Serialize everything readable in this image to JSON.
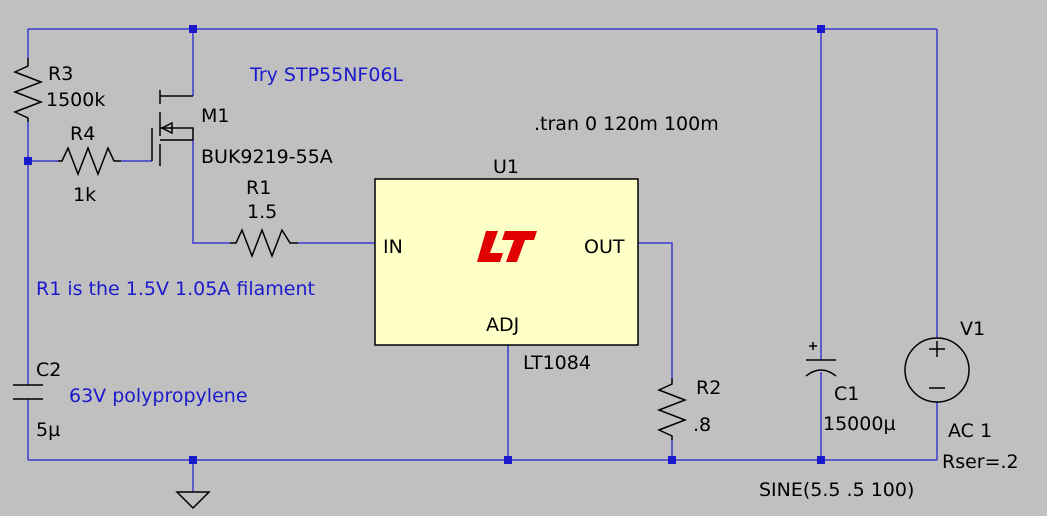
{
  "notes": {
    "mosfet_hint": "Try STP55NF06L",
    "tran": ".tran 0 120m 100m",
    "filament": "R1 is the 1.5V 1.05A filament",
    "c2_type": "63V polypropylene"
  },
  "components": {
    "r3": {
      "name": "R3",
      "value": "1500k"
    },
    "r4": {
      "name": "R4",
      "value": "1k"
    },
    "m1": {
      "name": "M1",
      "value": "BUK9219-55A"
    },
    "r1": {
      "name": "R1",
      "value": "1.5"
    },
    "u1": {
      "name": "U1",
      "model": "LT1084",
      "pin_in": "IN",
      "pin_out": "OUT",
      "pin_adj": "ADJ"
    },
    "r2": {
      "name": "R2",
      "value": ".8"
    },
    "c1": {
      "name": "C1",
      "value": "15000µ"
    },
    "c2": {
      "name": "C2",
      "value": "5µ"
    },
    "v1": {
      "name": "V1",
      "ac": "AC 1",
      "rser": "Rser=.2",
      "source": "SINE(5.5 .5 100)"
    }
  },
  "colors": {
    "background": "#c0c0c0",
    "wire": "#3a3ad0",
    "junction": "#1a1acc",
    "note_text": "#1a1acc",
    "ic_fill": "#ffffc8",
    "logo": "#e00000"
  }
}
